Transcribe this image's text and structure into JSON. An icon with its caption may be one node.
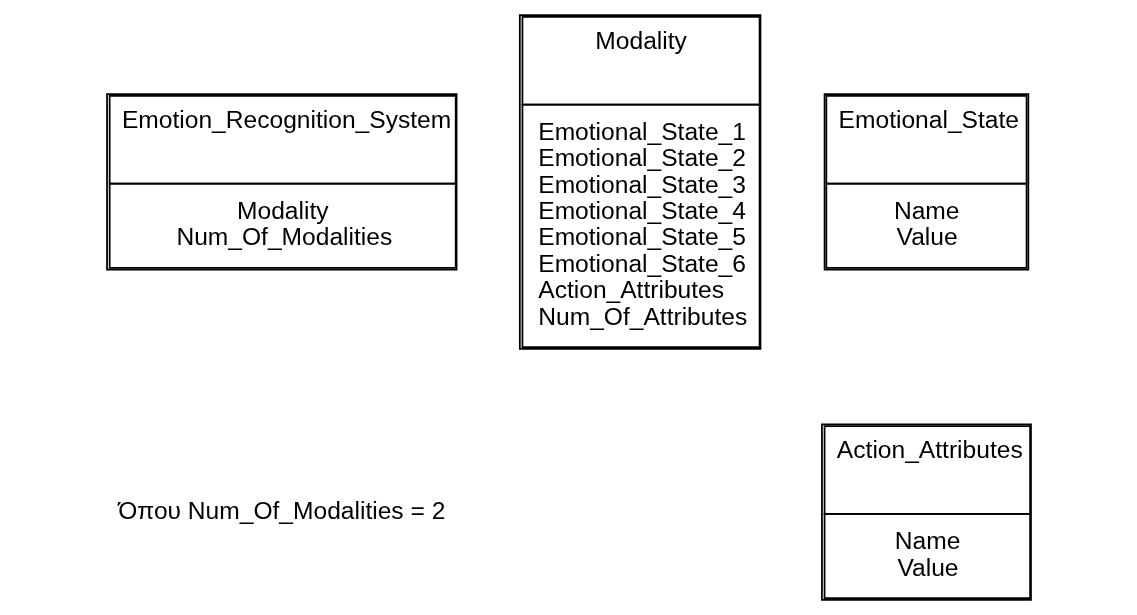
{
  "diagram": {
    "nodes": [
      {
        "text": [
          "Emotion_Recognition_System",
          "Modality",
          "Num_Of_Modalities"
        ]
      },
      {
        "text": [
          "Modality",
          "Emotional_State_1",
          "Emotional_State_2",
          "Emotional_State_3",
          "Emotional_State_4",
          "Emotional_State_5",
          "Emotional_State_6",
          "Action_Attributes",
          "Num_Of_Attributes"
        ]
      },
      {
        "text": [
          "Emotional_State",
          "Name",
          "Value"
        ]
      },
      {
        "text": [
          "Action_Attributes",
          "Name",
          "Value"
        ]
      }
    ],
    "edges": [],
    "labels": [
      "Όπου Num_Of_Modalities = 2"
    ]
  }
}
